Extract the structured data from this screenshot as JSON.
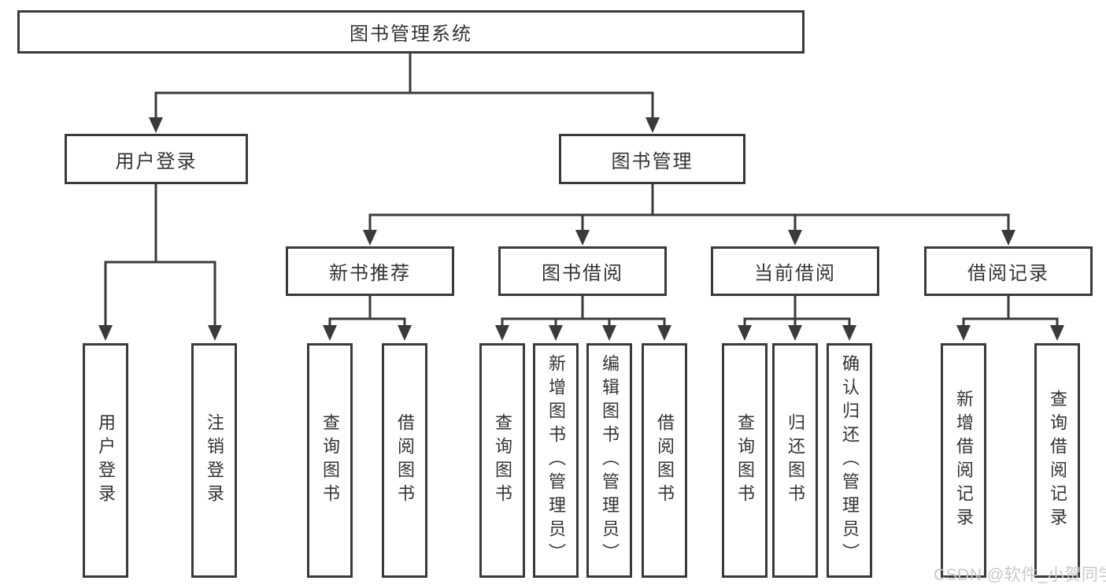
{
  "colors": {
    "line": "#3a3a3a",
    "text": "#333333",
    "background": "#ffffff",
    "watermark": "#c8c8c8"
  },
  "tree": {
    "label": "图书管理系统",
    "children": [
      {
        "label": "用户登录",
        "children": [
          {
            "label": "用户登录"
          },
          {
            "label": "注销登录"
          }
        ]
      },
      {
        "label": "图书管理",
        "children": [
          {
            "label": "新书推荐",
            "children": [
              {
                "label": "查询图书"
              },
              {
                "label": "借阅图书"
              }
            ]
          },
          {
            "label": "图书借阅",
            "children": [
              {
                "label": "查询图书"
              },
              {
                "label": "新增图书（管理员）"
              },
              {
                "label": "编辑图书（管理员）"
              },
              {
                "label": "借阅图书"
              }
            ]
          },
          {
            "label": "当前借阅",
            "children": [
              {
                "label": "查询图书"
              },
              {
                "label": "归还图书"
              },
              {
                "label": "确认归还（管理员）"
              }
            ]
          },
          {
            "label": "借阅记录",
            "children": [
              {
                "label": "新增借阅记录"
              },
              {
                "label": "查询借阅记录"
              }
            ]
          }
        ]
      }
    ]
  },
  "watermark": "CSDN @软件_小贺同学"
}
